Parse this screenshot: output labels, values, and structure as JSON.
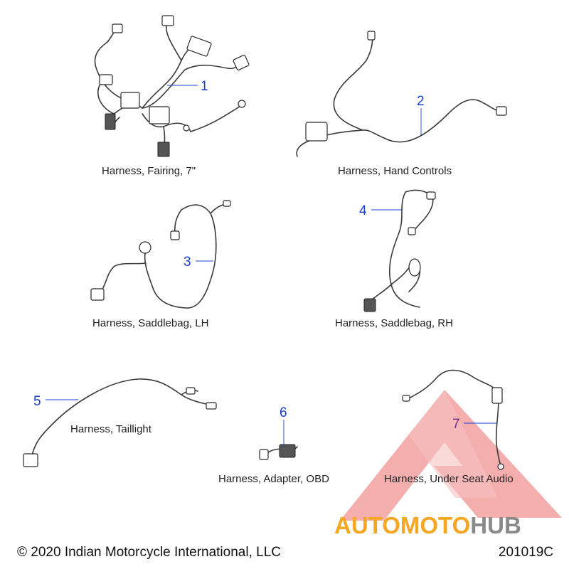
{
  "parts": [
    {
      "number": "1",
      "caption": "Harness, Fairing, 7\""
    },
    {
      "number": "2",
      "caption": "Harness, Hand Controls"
    },
    {
      "number": "3",
      "caption": "Harness, Saddlebag, LH"
    },
    {
      "number": "4",
      "caption": "Harness, Saddlebag, RH"
    },
    {
      "number": "5",
      "caption": "Harness, Taillight"
    },
    {
      "number": "6",
      "caption": "Harness, Adapter, OBD"
    },
    {
      "number": "7",
      "caption": "Harness, Under Seat Audio"
    }
  ],
  "footer": {
    "copyright": "© 2020 Indian Motorcycle International, LLC",
    "drawing_number": "201019C"
  },
  "watermark": {
    "text_orange": "AUTOMOTO",
    "text_gray": "HUB",
    "color_triangle": "#f2a0a0",
    "color_orange": "#f5a623",
    "color_gray": "#8a8a8a"
  },
  "colors": {
    "callout": "#1a3fd0",
    "callout_7": "#7a2a8a",
    "line": "#3a3a3a"
  }
}
